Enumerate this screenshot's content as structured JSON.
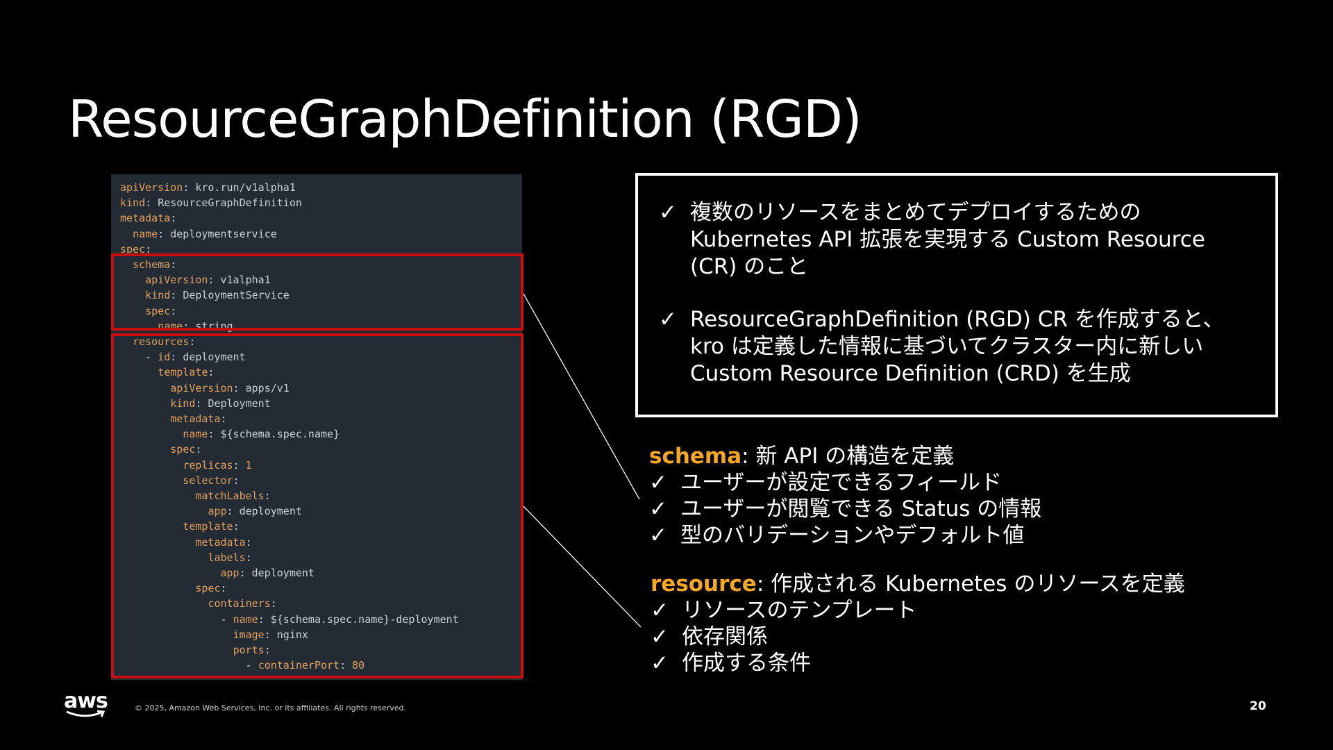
{
  "slide": {
    "title": "ResourceGraphDefinition (RGD)",
    "page_number": "20"
  },
  "code_lines": [
    [
      {
        "k": "apiVersion"
      },
      {
        "p": ": "
      },
      {
        "v": "kro.run/v1alpha1"
      }
    ],
    [
      {
        "k": "kind"
      },
      {
        "p": ": "
      },
      {
        "v": "ResourceGraphDefinition"
      }
    ],
    [
      {
        "k": "metadata"
      },
      {
        "p": ":"
      }
    ],
    [
      {
        "p": "  "
      },
      {
        "k": "name"
      },
      {
        "p": ": "
      },
      {
        "v": "deploymentservice"
      }
    ],
    [
      {
        "k": "spec"
      },
      {
        "p": ":"
      }
    ],
    [
      {
        "p": "  "
      },
      {
        "k": "schema"
      },
      {
        "p": ":"
      }
    ],
    [
      {
        "p": "    "
      },
      {
        "k": "apiVersion"
      },
      {
        "p": ": "
      },
      {
        "v": "v1alpha1"
      }
    ],
    [
      {
        "p": "    "
      },
      {
        "k": "kind"
      },
      {
        "p": ": "
      },
      {
        "v": "DeploymentService"
      }
    ],
    [
      {
        "p": "    "
      },
      {
        "k": "spec"
      },
      {
        "p": ":"
      }
    ],
    [
      {
        "p": "      "
      },
      {
        "k": "name"
      },
      {
        "p": ": "
      },
      {
        "v": "string"
      }
    ],
    [
      {
        "p": "  "
      },
      {
        "k": "resources"
      },
      {
        "p": ":"
      }
    ],
    [
      {
        "p": "    - "
      },
      {
        "k": "id"
      },
      {
        "p": ": "
      },
      {
        "v": "deployment"
      }
    ],
    [
      {
        "p": "      "
      },
      {
        "k": "template"
      },
      {
        "p": ":"
      }
    ],
    [
      {
        "p": "        "
      },
      {
        "k": "apiVersion"
      },
      {
        "p": ": "
      },
      {
        "v": "apps/v1"
      }
    ],
    [
      {
        "p": "        "
      },
      {
        "k": "kind"
      },
      {
        "p": ": "
      },
      {
        "v": "Deployment"
      }
    ],
    [
      {
        "p": "        "
      },
      {
        "k": "metadata"
      },
      {
        "p": ":"
      }
    ],
    [
      {
        "p": "          "
      },
      {
        "k": "name"
      },
      {
        "p": ": "
      },
      {
        "v": "${schema.spec.name}"
      }
    ],
    [
      {
        "p": "        "
      },
      {
        "k": "spec"
      },
      {
        "p": ":"
      }
    ],
    [
      {
        "p": "          "
      },
      {
        "k": "replicas"
      },
      {
        "p": ": "
      },
      {
        "k": "1"
      }
    ],
    [
      {
        "p": "          "
      },
      {
        "k": "selector"
      },
      {
        "p": ":"
      }
    ],
    [
      {
        "p": "            "
      },
      {
        "k": "matchLabels"
      },
      {
        "p": ":"
      }
    ],
    [
      {
        "p": "              "
      },
      {
        "k": "app"
      },
      {
        "p": ": "
      },
      {
        "v": "deployment"
      }
    ],
    [
      {
        "p": "          "
      },
      {
        "k": "template"
      },
      {
        "p": ":"
      }
    ],
    [
      {
        "p": "            "
      },
      {
        "k": "metadata"
      },
      {
        "p": ":"
      }
    ],
    [
      {
        "p": "              "
      },
      {
        "k": "labels"
      },
      {
        "p": ":"
      }
    ],
    [
      {
        "p": "                "
      },
      {
        "k": "app"
      },
      {
        "p": ": "
      },
      {
        "v": "deployment"
      }
    ],
    [
      {
        "p": "            "
      },
      {
        "k": "spec"
      },
      {
        "p": ":"
      }
    ],
    [
      {
        "p": "              "
      },
      {
        "k": "containers"
      },
      {
        "p": ":"
      }
    ],
    [
      {
        "p": "                - "
      },
      {
        "k": "name"
      },
      {
        "p": ": "
      },
      {
        "v": "${schema.spec.name}-deployment"
      }
    ],
    [
      {
        "p": "                  "
      },
      {
        "k": "image"
      },
      {
        "p": ": "
      },
      {
        "v": "nginx"
      }
    ],
    [
      {
        "p": "                  "
      },
      {
        "k": "ports"
      },
      {
        "p": ":"
      }
    ],
    [
      {
        "p": "                    - "
      },
      {
        "k": "containerPort"
      },
      {
        "p": ": "
      },
      {
        "k": "80"
      }
    ]
  ],
  "info_box": {
    "bullets": [
      {
        "check": "✓",
        "text": "複数のリソースをまとめてデプロイするための Kubernetes API 拡張を実現する Custom Resource (CR) のこと"
      },
      {
        "check": "✓",
        "text": "ResourceGraphDefinition (RGD) CR を作成すると、kro は定義した情報に基づいてクラスター内に新しい Custom Resource Definition (CRD) を生成"
      }
    ]
  },
  "schema_section": {
    "keyword": "schema",
    "rest": ": 新 API の構造を定義",
    "items": [
      {
        "check": "✓",
        "text": "ユーザーが設定できるフィールド"
      },
      {
        "check": "✓",
        "text": "ユーザーが閲覧できる Status の情報"
      },
      {
        "check": "✓",
        "text": "型のバリデーションやデフォルト値"
      }
    ]
  },
  "resource_section": {
    "keyword": "resource",
    "rest": ": 作成される Kubernetes のリソースを定義",
    "items": [
      {
        "check": "✓",
        "text": "リソースのテンプレート"
      },
      {
        "check": "✓",
        "text": "依存関係"
      },
      {
        "check": "✓",
        "text": "作成する条件"
      }
    ]
  },
  "footer": {
    "logo_text": "aws",
    "copyright": "© 2025, Amazon Web Services, Inc. or its affiliates. All rights reserved."
  },
  "colors": {
    "background": "#000000",
    "code_background": "#232b35",
    "code_key": "#e5a15c",
    "highlight_border": "#cc0d0d",
    "keyword_accent": "#f5a623"
  }
}
